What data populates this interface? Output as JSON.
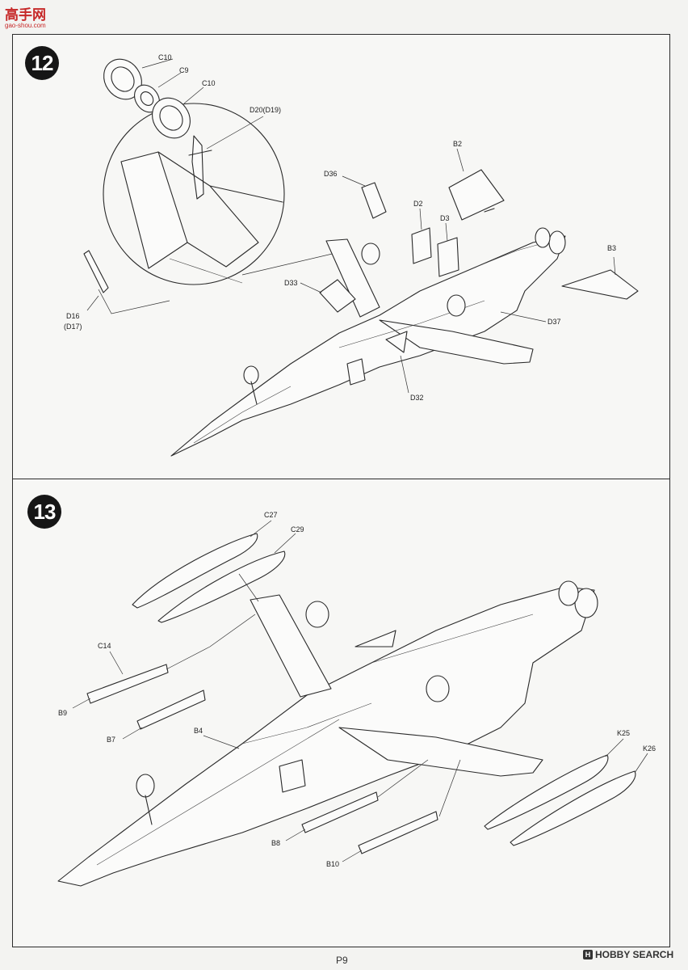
{
  "watermark": {
    "cn": "高手网",
    "url": "gao-shou.com"
  },
  "steps": [
    {
      "number": "12",
      "parts": [
        "C10",
        "C9",
        "C10",
        "D20(D19)",
        "B2",
        "D36",
        "D2",
        "D3",
        "B3",
        "D33",
        "D37",
        "D16",
        "(D17)",
        "D32"
      ]
    },
    {
      "number": "13",
      "parts": [
        "C27",
        "C29",
        "C14",
        "B9",
        "B7",
        "B4",
        "K25",
        "K26",
        "B8",
        "B10"
      ]
    }
  ],
  "footer": {
    "page": "P9",
    "brand_mark": "H",
    "brand": "HOBBY SEARCH"
  }
}
